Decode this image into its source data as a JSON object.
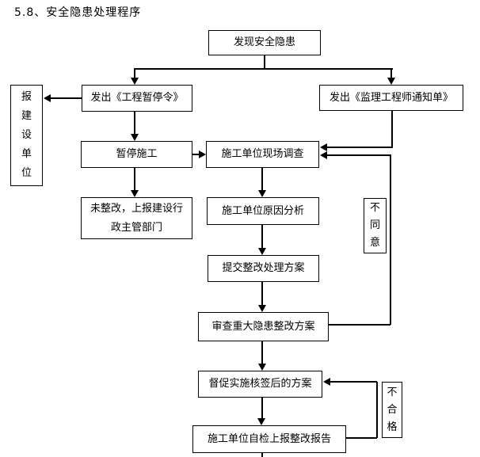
{
  "page": {
    "background": "#ffffff",
    "line_color": "#000000"
  },
  "title": "5.8、安全隐患处理程序",
  "flowchart": {
    "nodes": {
      "found_hazard": "发现安全隐患",
      "suspend_order": "发出《工程暂停令》",
      "supervisor_notice": "发出《监理工程师通知单》",
      "report_owner": "报建设单位",
      "suspend_construction": "暂停施工",
      "site_investigation": "施工单位现场调查",
      "not_rectified": "未整改，上报建设行\n政主管部门",
      "cause_analysis": "施工单位原因分析",
      "submit_plan": "提交整改处理方案",
      "review_plan": "审查重大隐患整改方案",
      "supervise_implementation": "督促实施核签后的方案",
      "self_check_report": "施工单位自检上报整改报告",
      "disagree_label": "不同意",
      "unqualified_label": "不合格"
    }
  }
}
